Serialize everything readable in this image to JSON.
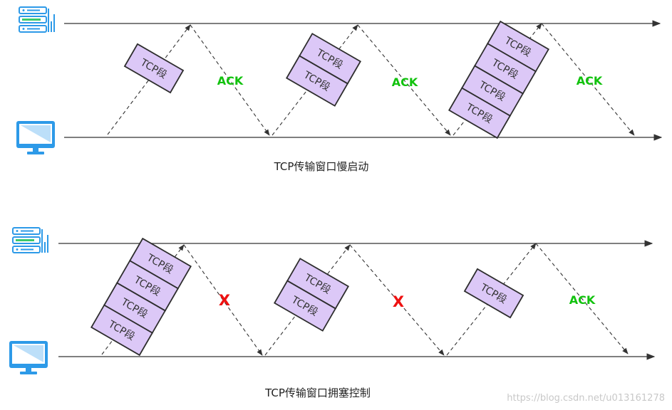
{
  "segment_label": "TCP段",
  "ack_label": "ACK",
  "lost_label": "X",
  "colors": {
    "segment_fill": "#dcc8f7",
    "segment_stroke": "#2d2d2d",
    "ack": "#12c20e",
    "lost": "#ee1111",
    "line": "#333333",
    "device_blue": "#2d9ae8"
  },
  "icons": {
    "server": "server-rack-icon",
    "client": "desktop-monitor-icon"
  },
  "diagrams": [
    {
      "caption": "TCP传输窗口慢启动",
      "rounds": [
        {
          "segments": 1,
          "response": "ACK"
        },
        {
          "segments": 2,
          "response": "ACK"
        },
        {
          "segments": 4,
          "response": "ACK"
        }
      ]
    },
    {
      "caption": "TCP传输窗口拥塞控制",
      "rounds": [
        {
          "segments": 4,
          "response": "X"
        },
        {
          "segments": 2,
          "response": "X"
        },
        {
          "segments": 1,
          "response": "ACK"
        }
      ]
    }
  ],
  "watermark": "https://blog.csdn.net/u013161278"
}
